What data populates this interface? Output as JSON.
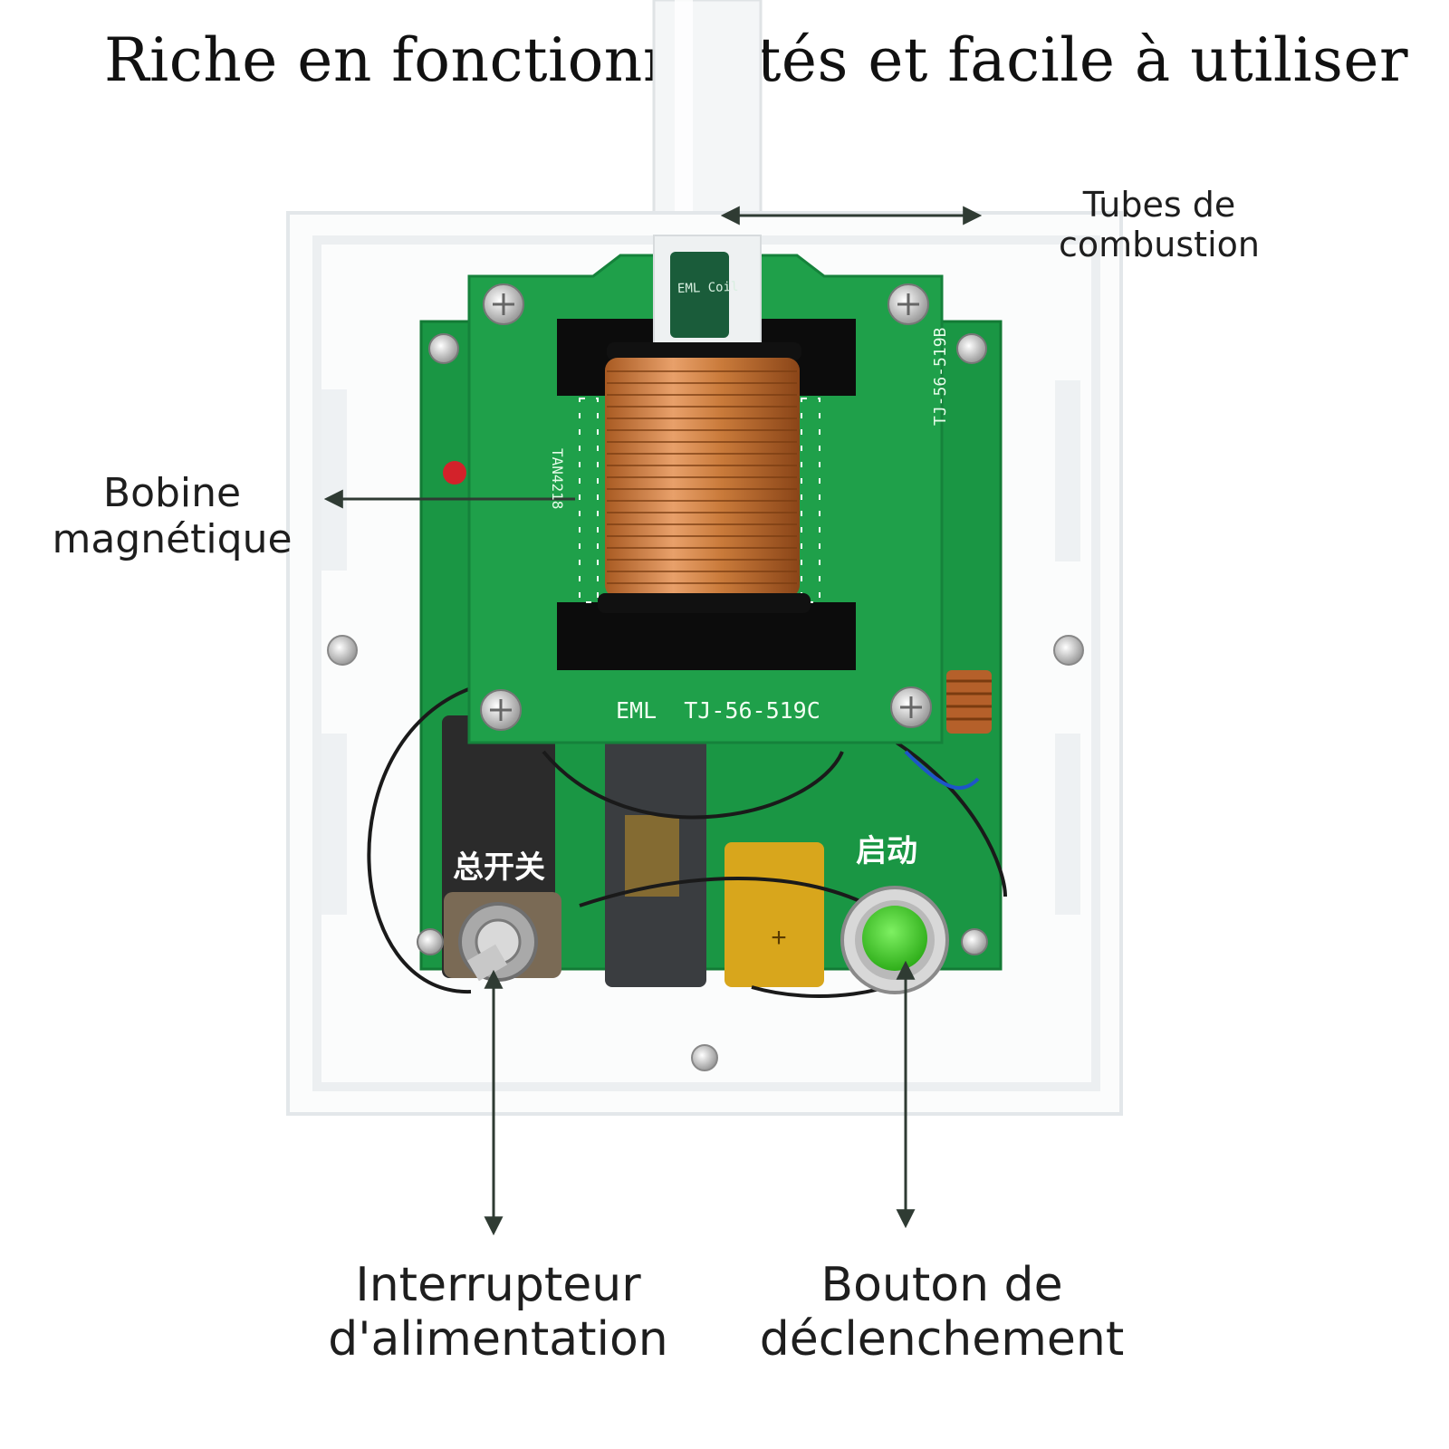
{
  "title": "Riche en fonctionnalités et facile à utiliser",
  "labels": {
    "tubes_line1": "Tubes de",
    "tubes_line2": "combustion",
    "bobine_line1": "Bobine",
    "bobine_line2": "magnétique",
    "inter_line1": "Interrupteur",
    "inter_line2": "d'alimentation",
    "bouton_line1": "Bouton de",
    "bouton_line2": "déclenchement"
  },
  "board": {
    "model_text": "EML  TJ-56-519C",
    "coil_text": "EML Coil",
    "side_text": "TJ-56-519B",
    "tan_text": "TAN4218",
    "switch_cn": "总开关",
    "start_cn": "启动"
  },
  "colors": {
    "pcb": "#1fa04a",
    "copper": "#c97a3a",
    "button": "#4cd12e",
    "arrow": "#2f3b33"
  }
}
